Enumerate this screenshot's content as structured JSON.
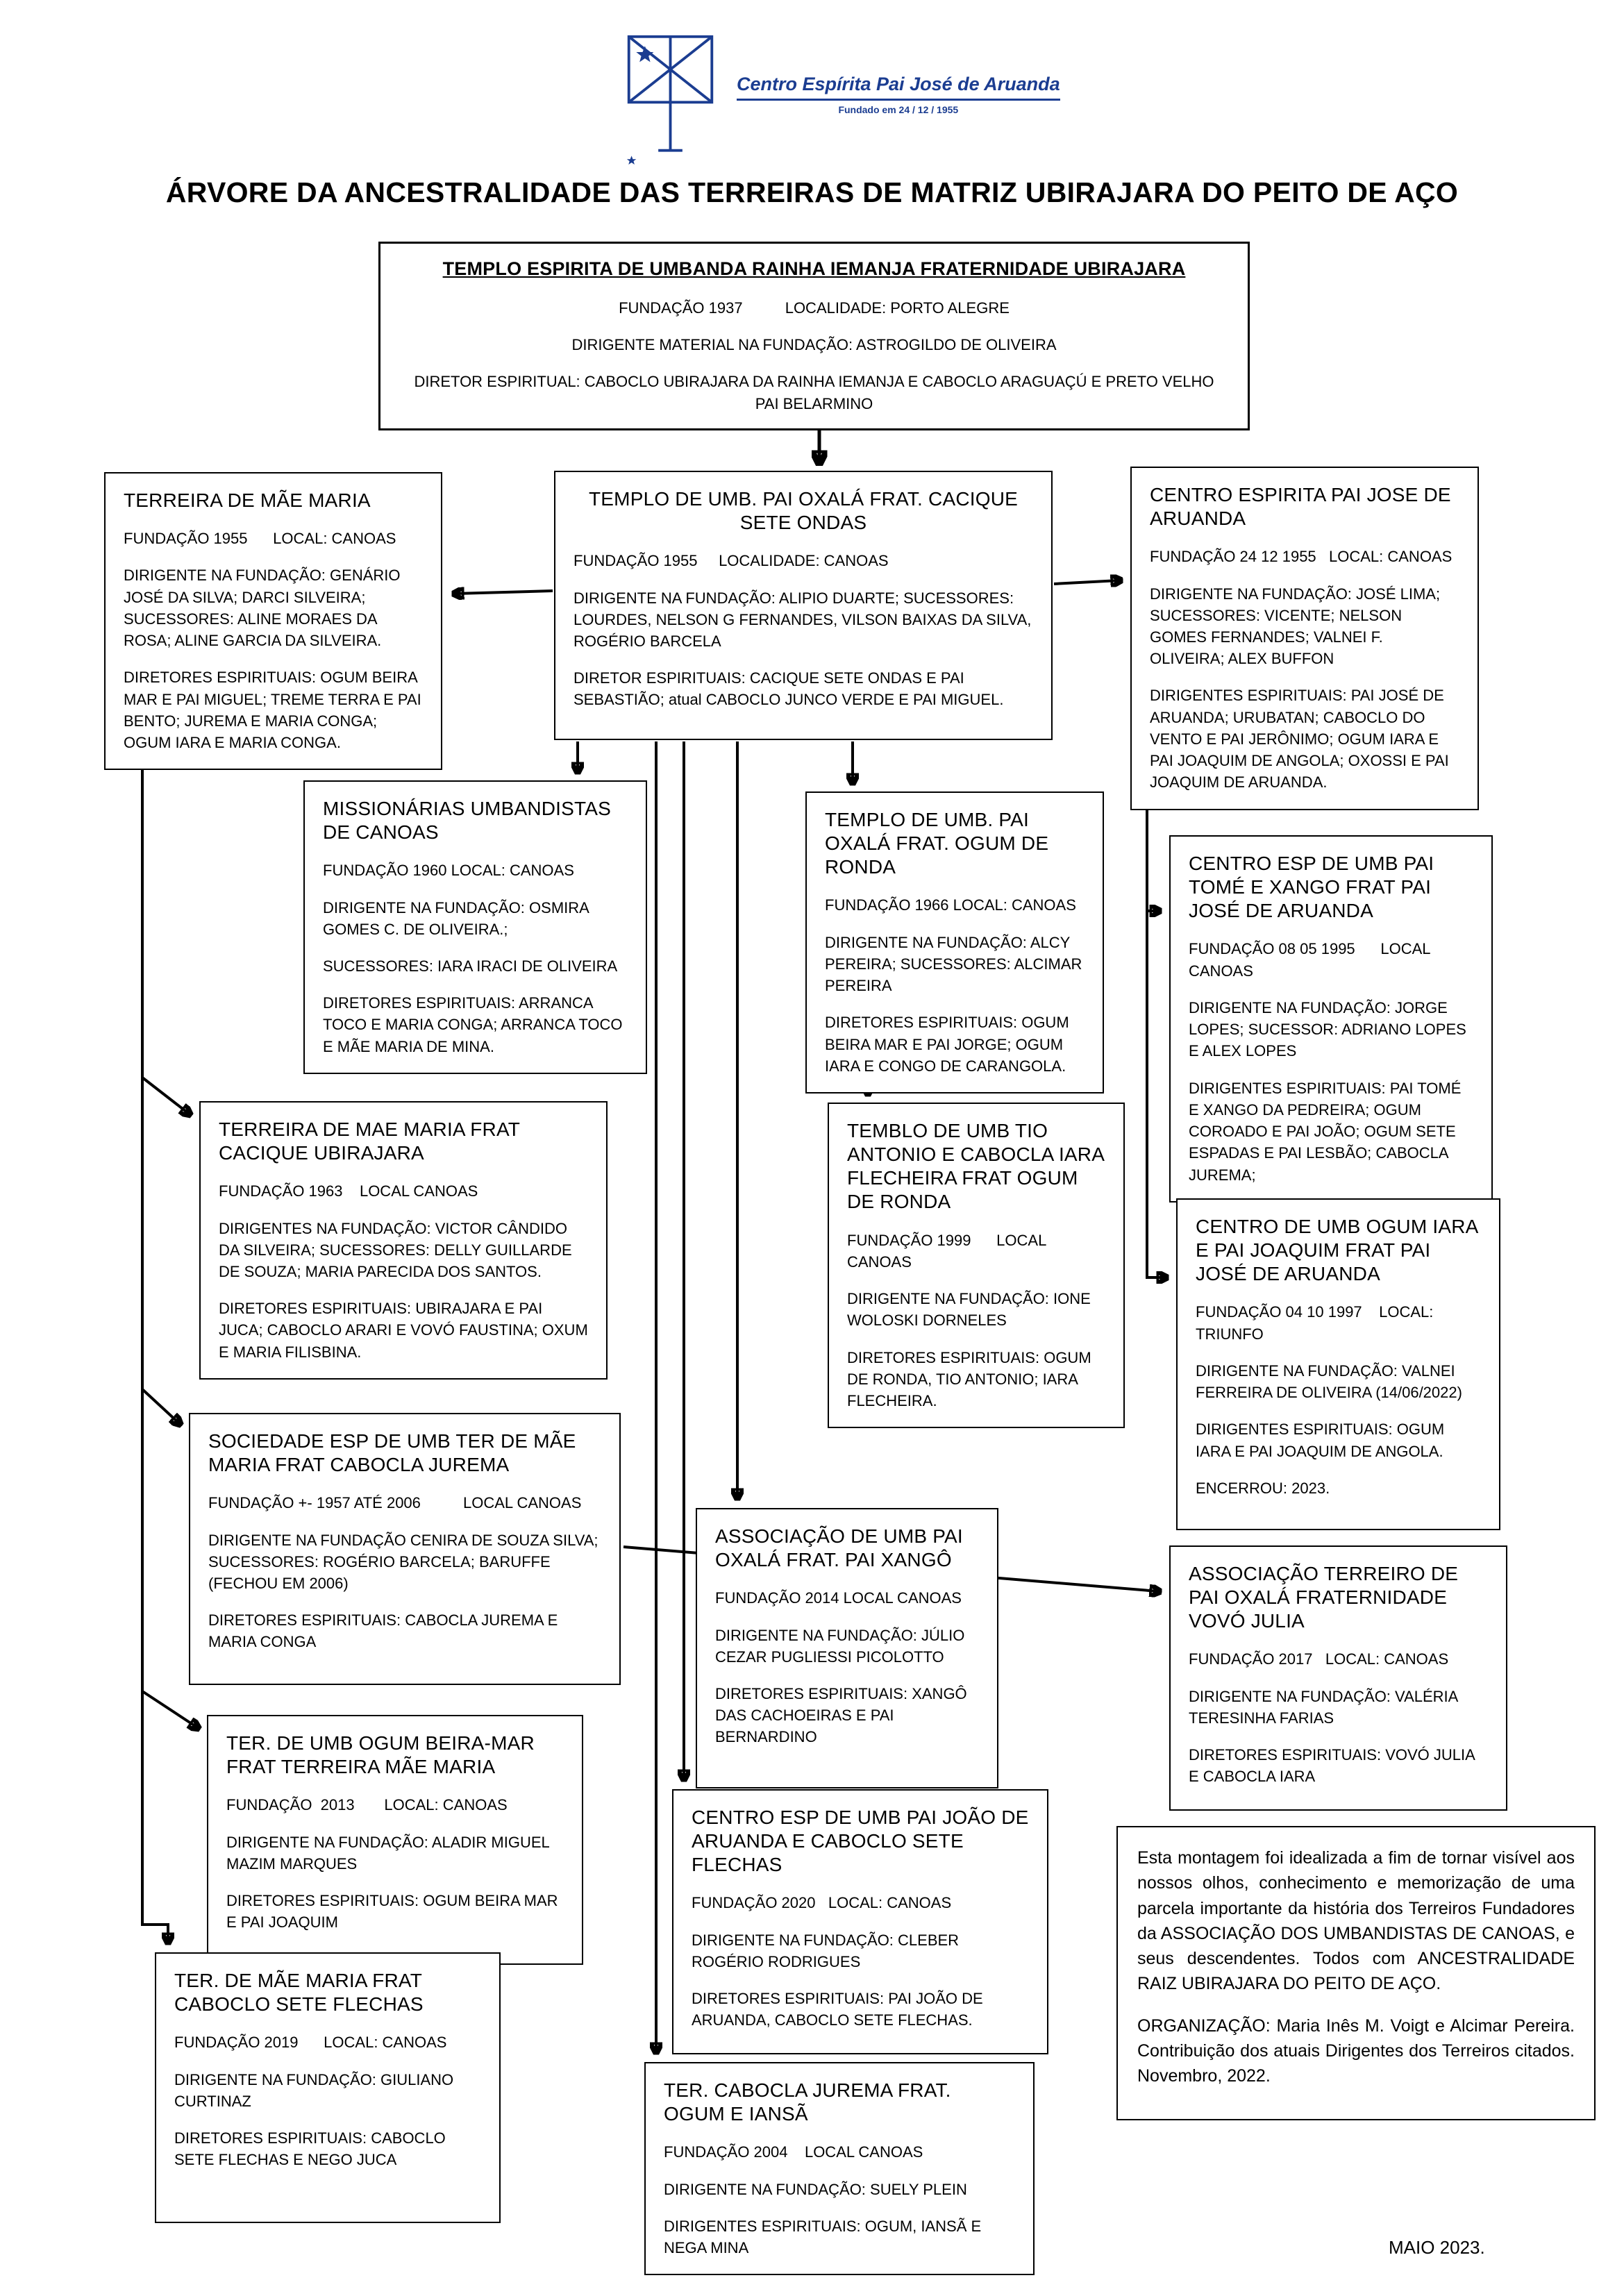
{
  "page": {
    "title": "ÁRVORE DA ANCESTRALIDADE DAS TERREIRAS DE MATRIZ UBIRAJARA DO PEITO DE AÇO",
    "footer": "MAIO 2023."
  },
  "logo": {
    "org_name": "Centro Espírita Pai José de Aruanda",
    "founded": "Fundado em 24 / 12 / 1955",
    "accent_color": "#1b3d91"
  },
  "nodes": {
    "root": {
      "title": "TEMPLO ESPIRITA DE UMBANDA RAINHA IEMANJA FRATERNIDADE UBIRAJARA",
      "lines": [
        "FUNDAÇÃO 1937          LOCALIDADE: PORTO ALEGRE",
        "DIRIGENTE MATERIAL NA FUNDAÇÃO: ASTROGILDO DE OLIVEIRA",
        "DIRETOR ESPIRITUAL: CABOCLO UBIRAJARA DA RAINHA IEMANJA E CABOCLO ARAGUAÇÚ E PRETO VELHO PAI BELARMINO"
      ]
    },
    "terreira_mae_maria": {
      "title": "TERREIRA DE MÃE MARIA",
      "lines": [
        "FUNDAÇÃO 1955      LOCAL: CANOAS",
        "DIRIGENTE NA FUNDAÇÃO: GENÁRIO JOSÉ DA SILVA; DARCI SILVEIRA; SUCESSORES: ALINE MORAES DA ROSA; ALINE GARCIA DA SILVEIRA.",
        "DIRETORES ESPIRITUAIS: OGUM BEIRA MAR E PAI MIGUEL; TREME TERRA E PAI BENTO; JUREMA E MARIA CONGA; OGUM IARA E MARIA CONGA."
      ]
    },
    "cacique_sete_ondas": {
      "title": "TEMPLO DE UMB. PAI OXALÁ FRAT. CACIQUE SETE ONDAS",
      "lines": [
        "FUNDAÇÃO 1955     LOCALIDADE: CANOAS",
        "DIRIGENTE NA FUNDAÇÃO: ALIPIO DUARTE; SUCESSORES: LOURDES, NELSON G FERNANDES, VILSON BAIXAS DA SILVA, ROGÉRIO BARCELA",
        "DIRETOR ESPIRITUAIS: CACIQUE SETE ONDAS E PAI SEBASTIÃO; atual CABOCLO JUNCO VERDE E PAI MIGUEL."
      ]
    },
    "centro_pai_jose": {
      "title": "CENTRO ESPIRITA PAI JOSE DE ARUANDA",
      "lines": [
        "FUNDAÇÃO 24 12 1955   LOCAL: CANOAS",
        "DIRIGENTE NA FUNDAÇÃO: JOSÉ LIMA; SUCESSORES: VICENTE; NELSON GOMES FERNANDES; VALNEI F. OLIVEIRA; ALEX BUFFON",
        "DIRIGENTES ESPIRITUAIS: PAI JOSÉ DE ARUANDA; URUBATAN; CABOCLO DO VENTO E PAI JERÔNIMO; OGUM IARA E PAI JOAQUIM DE ANGOLA; OXOSSI E PAI JOAQUIM DE ARUANDA."
      ]
    },
    "missionarias": {
      "title": "MISSIONÁRIAS UMBANDISTAS DE CANOAS",
      "lines": [
        "FUNDAÇÃO 1960 LOCAL: CANOAS",
        "DIRIGENTE NA FUNDAÇÃO: OSMIRA GOMES C. DE OLIVEIRA.;",
        "SUCESSORES: IARA IRACI DE OLIVEIRA",
        "DIRETORES ESPIRITUAIS: ARRANCA TOCO E MARIA CONGA; ARRANCA TOCO E MÃE MARIA DE MINA."
      ]
    },
    "ogum_de_ronda": {
      "title": "TEMPLO DE UMB. PAI OXALÁ FRAT. OGUM DE RONDA",
      "lines": [
        "FUNDAÇÃO 1966 LOCAL: CANOAS",
        "DIRIGENTE NA FUNDAÇÃO: ALCY PEREIRA; SUCESSORES: ALCIMAR PEREIRA",
        "DIRETORES ESPIRITUAIS: OGUM BEIRA MAR E PAI JORGE; OGUM IARA E CONGO DE CARANGOLA."
      ]
    },
    "pai_tome": {
      "title": "CENTRO ESP DE UMB PAI TOMÉ E XANGO FRAT PAI JOSÉ DE ARUANDA",
      "lines": [
        "FUNDAÇÃO 08 05 1995      LOCAL CANOAS",
        "DIRIGENTE NA FUNDAÇÃO: JORGE LOPES; SUCESSOR: ADRIANO LOPES E ALEX LOPES",
        "DIRIGENTES ESPIRITUAIS: PAI TOMÉ E XANGO DA PEDREIRA; OGUM COROADO E PAI JOÃO; OGUM SETE ESPADAS E PAI LESBÃO; CABOCLA JUREMA;"
      ]
    },
    "frat_cacique_ubirajara": {
      "title": "TERREIRA DE MAE MARIA   FRAT CACIQUE UBIRAJARA",
      "lines": [
        "FUNDAÇÃO 1963    LOCAL CANOAS",
        "DIRIGENTES NA FUNDAÇÃO: VICTOR CÂNDIDO DA SILVEIRA; SUCESSORES: DELLY GUILLARDE DE SOUZA; MARIA PARECIDA DOS SANTOS.",
        "DIRETORES ESPIRITUAIS: UBIRAJARA E PAI JUCA; CABOCLO ARARI E VOVÓ FAUSTINA; OXUM E MARIA FILISBINA."
      ]
    },
    "tio_antonio": {
      "title": "TEMBLO DE UMB TIO ANTONIO E CABOCLA IARA FLECHEIRA FRAT OGUM DE RONDA",
      "lines": [
        "FUNDAÇÃO 1999      LOCAL CANOAS",
        "DIRIGENTE NA FUNDAÇÃO: IONE WOLOSKI DORNELES",
        "DIRETORES ESPIRITUAIS: OGUM DE RONDA, TIO ANTONIO; IARA FLECHEIRA."
      ]
    },
    "ogum_iara": {
      "title": "CENTRO DE UMB OGUM IARA E PAI JOAQUIM FRAT PAI JOSÉ DE ARUANDA",
      "lines": [
        "FUNDAÇÃO 04 10 1997    LOCAL: TRIUNFO",
        "DIRIGENTE NA FUNDAÇÃO: VALNEI FERREIRA DE OLIVEIRA (14/06/2022)",
        "DIRIGENTES ESPIRITUAIS: OGUM IARA E PAI JOAQUIM DE ANGOLA.",
        "ENCERROU: 2023."
      ]
    },
    "sociedade": {
      "title": "SOCIEDADE ESP DE UMB TER DE MÃE MARIA FRAT CABOCLA JUREMA",
      "lines": [
        "FUNDAÇÃO +- 1957 ATÉ 2006          LOCAL CANOAS",
        "DIRIGENTE NA FUNDAÇÃO CENIRA DE SOUZA SILVA; SUCESSORES: ROGÉRIO BARCELA; BARUFFE (FECHOU EM 2006)",
        "DIRETORES ESPIRITUAIS: CABOCLA JUREMA E MARIA CONGA"
      ]
    },
    "pai_xango": {
      "title": "ASSOCIAÇÃO DE UMB PAI OXALÁ FRAT. PAI XANGÔ",
      "lines": [
        "FUNDAÇÃO 2014 LOCAL CANOAS",
        "DIRIGENTE NA FUNDAÇÃO: JÚLIO CEZAR PUGLIESSI PICOLOTTO",
        "DIRETORES ESPIRITUAIS: XANGÔ DAS CACHOEIRAS E PAI BERNARDINO"
      ]
    },
    "vovo_julia": {
      "title": "ASSOCIAÇÃO TERREIRO DE PAI OXALÁ FRATERNIDADE VOVÓ JULIA",
      "lines": [
        "FUNDAÇÃO 2017   LOCAL: CANOAS",
        "DIRIGENTE NA FUNDAÇÃO: VALÉRIA TERESINHA FARIAS",
        "DIRETORES ESPIRITUAIS: VOVÓ JULIA E CABOCLA IARA"
      ]
    },
    "ogum_beira_mar": {
      "title": "TER. DE UMB OGUM BEIRA-MAR FRAT TERREIRA MÃE MARIA",
      "lines": [
        "FUNDAÇÃO  2013       LOCAL: CANOAS",
        "DIRIGENTE NA FUNDAÇÃO: ALADIR MIGUEL MAZIM MARQUES",
        "DIRETORES ESPIRITUAIS: OGUM BEIRA MAR E PAI JOAQUIM"
      ]
    },
    "pai_joao": {
      "title": "CENTRO ESP DE UMB PAI JOÃO DE ARUANDA E CABOCLO SETE FLECHAS",
      "lines": [
        "FUNDAÇÃO 2020   LOCAL: CANOAS",
        "DIRIGENTE NA FUNDAÇÃO: CLEBER ROGÉRIO RODRIGUES",
        "DIRETORES ESPIRITUAIS: PAI JOÃO DE ARUANDA, CABOCLO SETE FLECHAS."
      ]
    },
    "caboclo_sete_flechas": {
      "title": "TER. DE MÃE MARIA FRAT CABOCLO SETE FLECHAS",
      "lines": [
        "FUNDAÇÃO 2019      LOCAL: CANOAS",
        "DIRIGENTE NA FUNDAÇÃO: GIULIANO CURTINAZ",
        "DIRETORES ESPIRITUAIS: CABOCLO SETE FLECHAS E NEGO JUCA"
      ]
    },
    "cabocla_jurema": {
      "title": "TER. CABOCLA JUREMA FRAT.  OGUM E IANSÃ",
      "lines": [
        "FUNDAÇÃO 2004    LOCAL CANOAS",
        "DIRIGENTE NA FUNDAÇÃO: SUELY PLEIN",
        "DIRIGENTES ESPIRITUAIS: OGUM, IANSÃ E NEGA MINA"
      ]
    }
  },
  "note": {
    "p1": "Esta montagem foi idealizada a fim de tornar visível aos nossos olhos, conhecimento e memorização de uma parcela importante da história dos Terreiros Fundadores da ASSOCIAÇÃO DOS UMBANDISTAS DE CANOAS, e seus descendentes. Todos com ANCESTRALIDADE RAIZ UBIRAJARA DO PEITO DE AÇO.",
    "p2": "ORGANIZAÇÃO: Maria Inês M. Voigt e Alcimar Pereira. Contribuição dos atuais Dirigentes dos Terreiros citados.          Novembro, 2022."
  }
}
